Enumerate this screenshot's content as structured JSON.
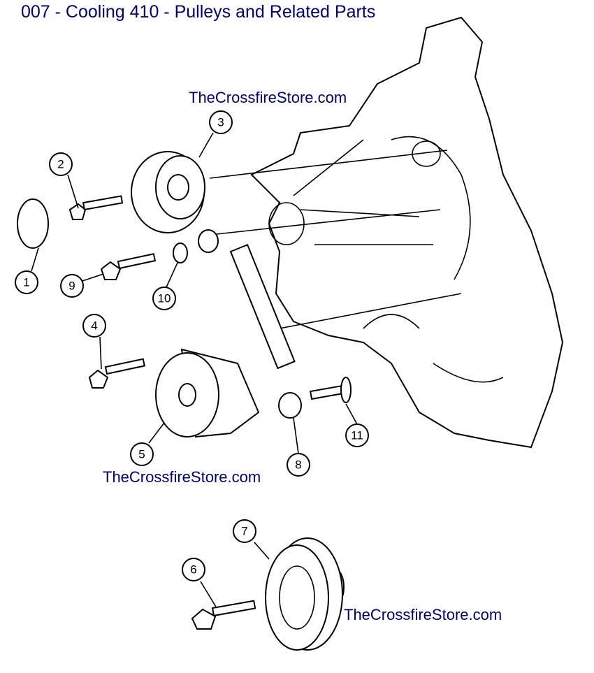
{
  "title": "007 - Cooling 410 - Pulleys and Related Parts",
  "watermarks": [
    "TheCrossfireStore.com",
    "TheCrossfireStore.com",
    "TheCrossfireStore.com"
  ],
  "callouts": [
    "1",
    "2",
    "3",
    "4",
    "5",
    "6",
    "7",
    "8",
    "9",
    "10",
    "11"
  ],
  "colors": {
    "title": "#00006e",
    "line": "#000000"
  }
}
